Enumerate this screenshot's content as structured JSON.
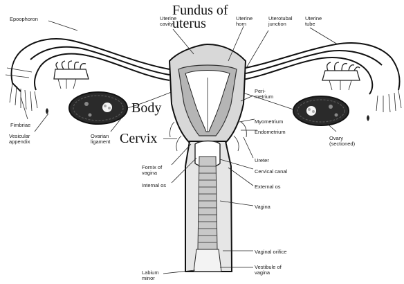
{
  "diagram": {
    "labels": {
      "epoophoron": "Epoophoron",
      "uterine_cavity": "Uterine\ncavity",
      "fundus": "Fundus of\nuterus",
      "uterine_horn": "Uterine\nhorn",
      "uterotubal_junction": "Uterotubal\njunction",
      "uterine_tube": "Uterine\ntube",
      "body": "Body",
      "cervix": "Cervix",
      "fimbriae": "Fimbriae",
      "vesicular_appendix": "Vesicular\nappendix",
      "ovarian_ligament": "Ovarian\nligament",
      "perimetrium": "Peri-\nmetrium",
      "myometrium": "Myometrium",
      "endometrium": "Endometrium",
      "ovary": "Ovary\n(sectioned)",
      "ureter": "Ureter",
      "cervical_canal": "Cervical canal",
      "fornix": "Fornix of\nvagina",
      "internal_os": "Internal os",
      "external_os": "External os",
      "vagina": "Vagina",
      "vaginal_orifice": "Vaginal orifice",
      "vestibule": "Vestibule of\nvagina",
      "labium_minor": "Labium\nminor"
    }
  }
}
